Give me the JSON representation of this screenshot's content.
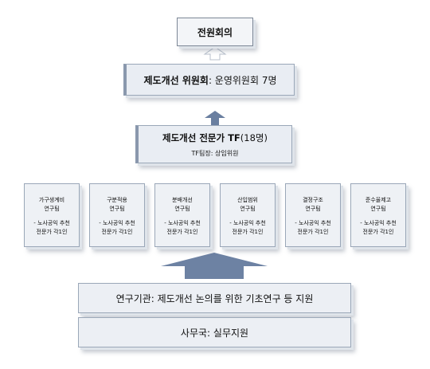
{
  "plenary": "전원회의",
  "committee": {
    "name": "제도개선 위원회",
    "detail": ": 운영위원회 7명"
  },
  "tf": {
    "name": "제도개선 전문가 TF",
    "count": "(18명)",
    "leader": "TF팀장: 상임위원"
  },
  "teams": [
    {
      "name1": "가구생계비",
      "name2": "연구팀",
      "line1": "- 노사공익 추천",
      "line2": "전문가 각1인"
    },
    {
      "name1": "구분적용",
      "name2": "연구팀",
      "line1": "- 노사공익 추천",
      "line2": "전문가 각1인"
    },
    {
      "name1": "분배개선",
      "name2": "연구팀",
      "line1": "- 노사공익 추천",
      "line2": "전문가 각1인"
    },
    {
      "name1": "산입범위",
      "name2": "연구팀",
      "line1": "- 노사공익 추천",
      "line2": "전문가 각1인"
    },
    {
      "name1": "결정구조",
      "name2": "연구팀",
      "line1": "- 노사공익 추천",
      "line2": "전문가 각1인"
    },
    {
      "name1": "준수율제고",
      "name2": "연구팀",
      "line1": "- 노사공익 추천",
      "line2": "전문가 각1인"
    }
  ],
  "institute": "연구기관: 제도개선 논의를 위한 기초연구 등 지원",
  "office": "사무국: 실무지원"
}
